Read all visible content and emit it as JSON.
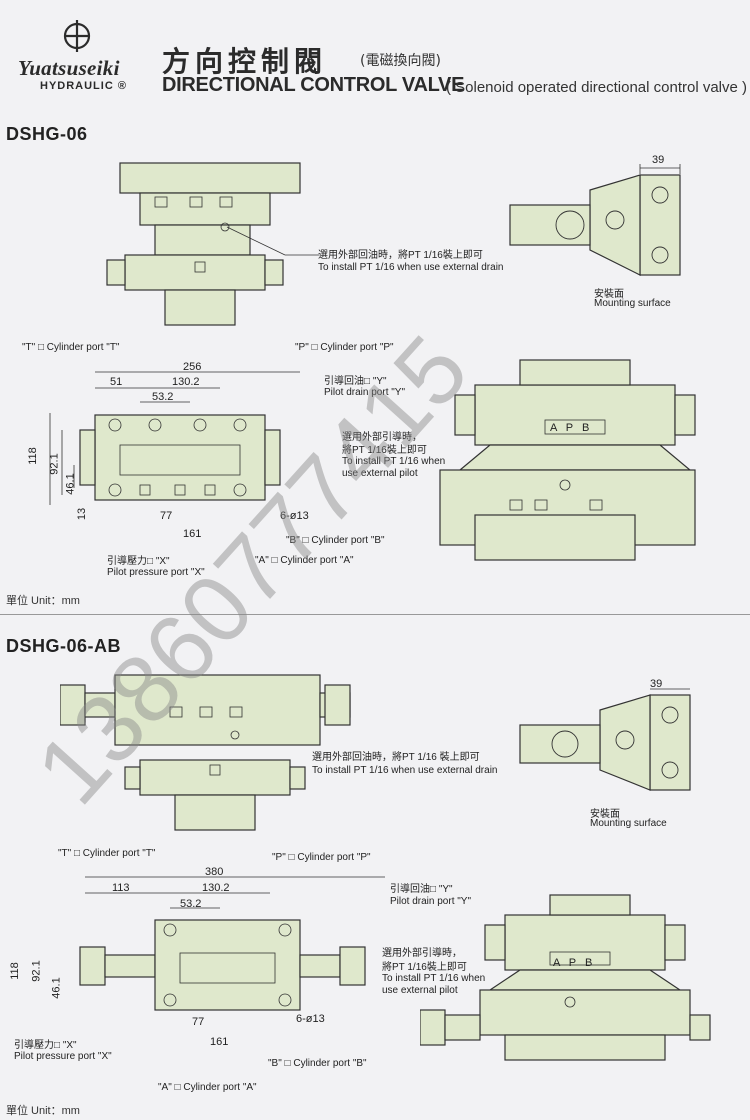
{
  "brand": {
    "name": "Yuatsuseiki",
    "sub": "HYDRAULIC ®"
  },
  "header": {
    "title_zh": "方向控制閥",
    "title_zh_sub": "(電磁換向閥)",
    "title_en": "DIRECTIONAL CONTROL VALVE",
    "title_en_sub": "( Solenoid operated directional control valve )"
  },
  "section1": {
    "title": "DSHG-06",
    "drain_zh": "選用外部回油時，將PT 1/16裝上即可",
    "drain_en": "To install PT 1/16 when use external drain",
    "dim_39": "39",
    "mount_zh": "安裝面",
    "mount_en": "Mounting surface",
    "port_t": "\"T\" □  Cylinder port \"T\"",
    "port_p": "\"P\" □  Cylinder port \"P\"",
    "dim_256": "256",
    "dim_51": "51",
    "dim_130": "130.2",
    "dim_53": "53.2",
    "pilot_drain_zh": "引導回油□ \"Y\"",
    "pilot_drain_en": "Pilot drain port \"Y\"",
    "dim_118": "118",
    "dim_92": "92.1",
    "dim_46": "46.1",
    "dim_13": "13",
    "dim_77": "77",
    "dim_161": "161",
    "dim_6013": "6-ø13",
    "ext_pilot_zh1": "選用外部引導時，",
    "ext_pilot_zh2": "將PT 1/16裝上即可",
    "ext_pilot_en1": "To install PT 1/16 when",
    "ext_pilot_en2": "use external pilot",
    "apb": "A P B",
    "port_b": "\"B\" □  Cylinder port \"B\"",
    "pilot_press_zh": "引導壓力□ \"X\"",
    "pilot_press_en": "Pilot pressure port \"X\"",
    "port_a": "\"A\" □  Cylinder port \"A\"",
    "unit": "單位 Unit：mm"
  },
  "section2": {
    "title": "DSHG-06-AB",
    "drain_zh": "選用外部回油時，將PT 1/16 裝上即可",
    "drain_en": "To install PT 1/16 when use external drain",
    "dim_39": "39",
    "mount_zh": "安裝面",
    "mount_en": "Mounting surface",
    "port_t": "\"T\" □  Cylinder port \"T\"",
    "port_p": "\"P\" □  Cylinder port \"P\"",
    "dim_380": "380",
    "dim_113": "113",
    "dim_130": "130.2",
    "dim_53": "53.2",
    "pilot_drain_zh": "引導回油□ \"Y\"",
    "pilot_drain_en": "Pilot drain port \"Y\"",
    "dim_118": "118",
    "dim_92": "92.1",
    "dim_46": "46.1",
    "dim_77": "77",
    "dim_161": "161",
    "dim_6013": "6-ø13",
    "ext_pilot_zh1": "選用外部引導時，",
    "ext_pilot_zh2": "將PT 1/16裝上即可",
    "ext_pilot_en1": "To install PT 1/16 when",
    "ext_pilot_en2": "use external pilot",
    "apb": "A P B",
    "pilot_press_zh": "引導壓力□ \"X\"",
    "pilot_press_en": "Pilot pressure port \"X\"",
    "port_b": "\"B\" □  Cylinder port \"B\"",
    "port_a": "\"A\" □  Cylinder port \"A\"",
    "unit": "單位 Unit：mm"
  },
  "watermark": "13860777415",
  "colors": {
    "body_fill": "#dfe8cc",
    "outline": "#333333",
    "background": "#f2f2f4"
  }
}
